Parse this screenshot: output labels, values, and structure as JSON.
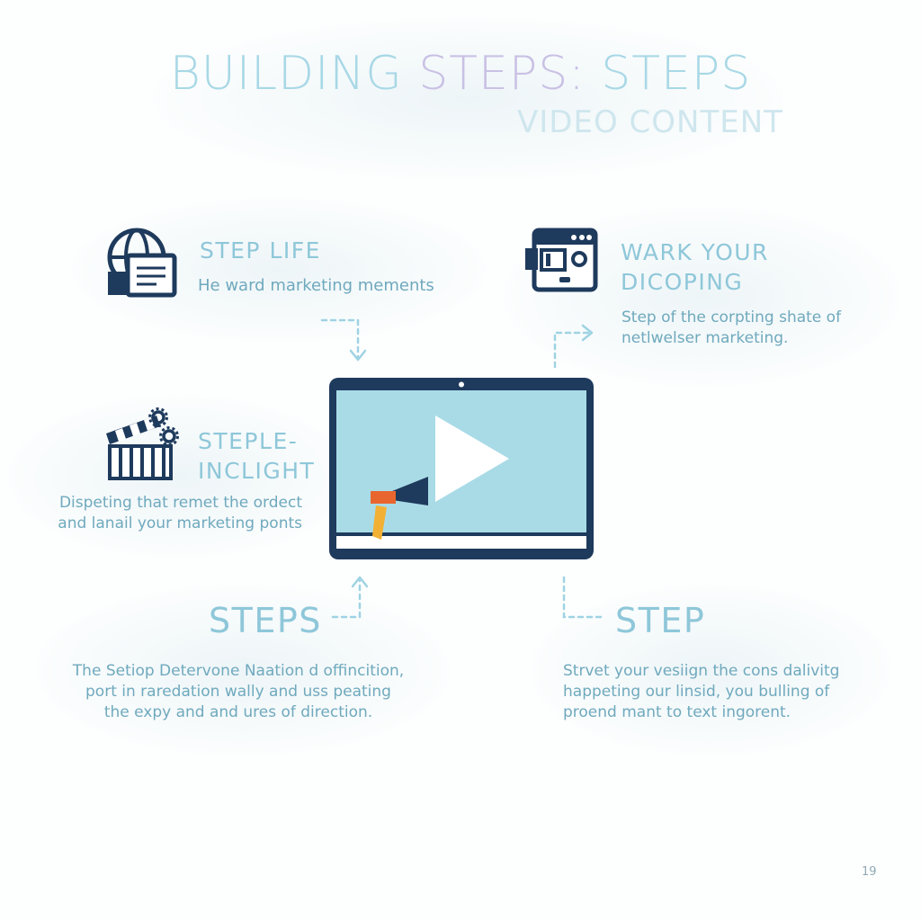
{
  "header": {
    "title_part1": "BUILDING ",
    "title_part2": "STEPS: ",
    "title_part3": "STEPS",
    "subtitle": "VIDEO CONTENT"
  },
  "steps": [
    {
      "id": "top-left",
      "icon": "globe-document-icon",
      "title": "STEP LIFE",
      "desc_lines": [
        "He ward marketing mements"
      ]
    },
    {
      "id": "top-right",
      "icon": "camera-device-icon",
      "title_lines": [
        "WARK YOUR",
        "DICOPING"
      ],
      "desc_lines": [
        "Step of the corpting shate of",
        "netlwelser marketing."
      ]
    },
    {
      "id": "middle-left",
      "icon": "clapperboard-gear-icon",
      "title_lines": [
        "STEPLE-",
        "INCLIGHT"
      ],
      "desc_lines": [
        "Dispeting that remet the ordect",
        "and lanail your marketing ponts"
      ]
    },
    {
      "id": "bottom-left",
      "title": "STEPS",
      "desc_lines": [
        "The Setiop Detervone Naation d offincition,",
        "port in raredation wally and uss peating",
        "the expy and and ures of direction."
      ]
    },
    {
      "id": "bottom-right",
      "title": "STEP",
      "desc_lines": [
        "Strvet your vesiign the cons dalivitg",
        "happeting our linsid, you bulling of",
        "proend mant to text ingorent."
      ]
    }
  ],
  "center": {
    "icon": "video-screen-icon",
    "play_icon": "play-icon",
    "megaphone_icon": "megaphone-icon"
  },
  "colors": {
    "navy": "#1e3a5c",
    "screen": "#a9dbe7",
    "accent_orange": "#e8662e",
    "accent_yellow": "#f2b134",
    "text_light": "#8ec7d9"
  },
  "page_number": "19"
}
